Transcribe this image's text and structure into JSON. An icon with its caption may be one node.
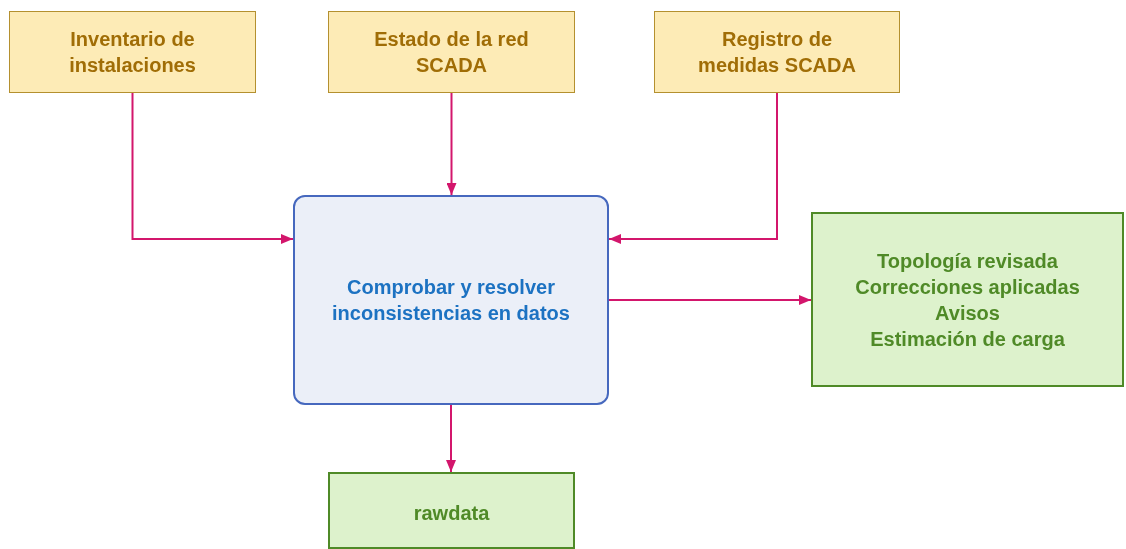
{
  "diagram": {
    "nodes": [
      {
        "text": [
          "Inventario de instalaciones"
        ]
      },
      {
        "text": [
          "Estado de la red SCADA"
        ]
      },
      {
        "text": [
          "Registro de medidas SCADA"
        ]
      },
      {
        "text": [
          "Comprobar y resolver inconsistencias en datos"
        ]
      },
      {
        "text": [
          "Topología revisada",
          "Correcciones aplicadas",
          "Avisos",
          "Estimación de carga"
        ]
      },
      {
        "text": [
          "rawdata"
        ]
      }
    ],
    "edges": [
      {
        "from": 0,
        "to": 3,
        "arrow": "to"
      },
      {
        "from": 1,
        "to": 3,
        "arrow": "to"
      },
      {
        "from": 2,
        "to": 3,
        "arrow": "to"
      },
      {
        "from": 3,
        "to": 4,
        "arrow": "to"
      },
      {
        "from": 3,
        "to": 5,
        "arrow": "to"
      }
    ]
  }
}
